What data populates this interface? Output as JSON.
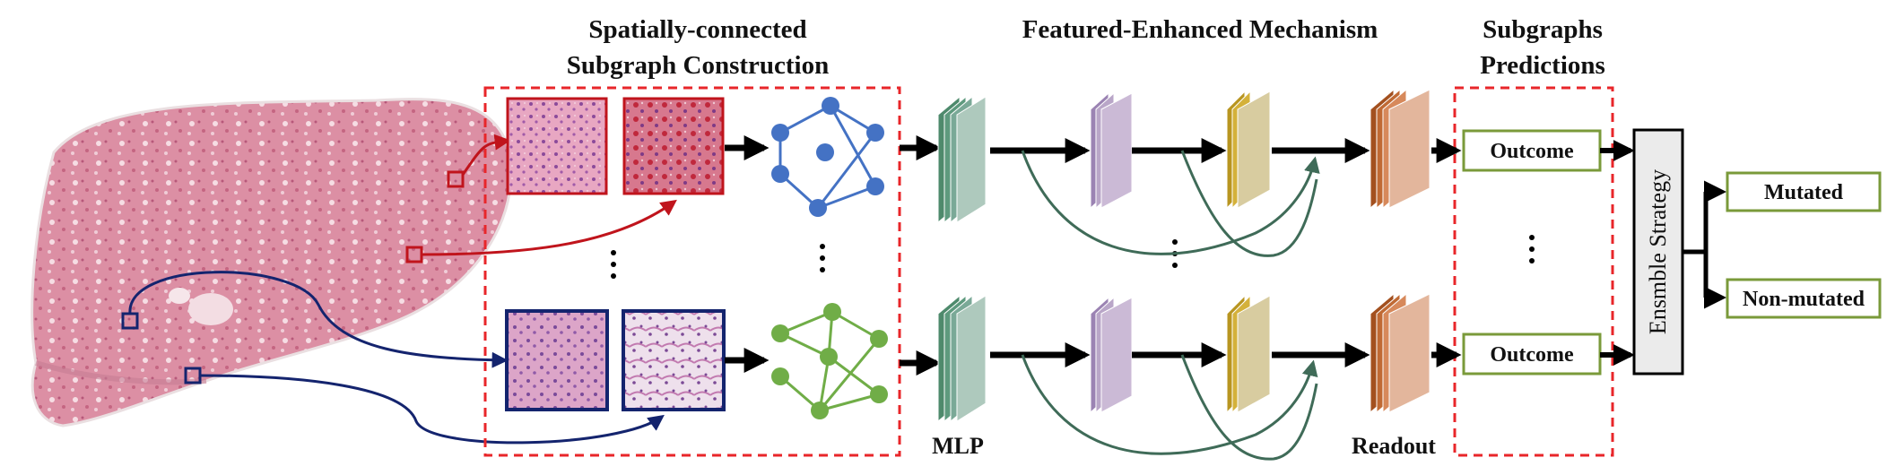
{
  "titles": {
    "subgraph_line1": "Spatially-connected",
    "subgraph_line2": "Subgraph Construction",
    "feature": "Featured-Enhanced Mechanism",
    "pred_line1": "Subgraphs",
    "pred_line2": "Predictions"
  },
  "labels": {
    "mlp": "MLP",
    "readout": "Readout",
    "outcome_top": "Outcome",
    "outcome_bottom": "Outcome",
    "ensemble": "Ensmble Strategy",
    "mutated": "Mutated",
    "non_mutated": "Non-mutated"
  },
  "colors": {
    "red_dashed": "#e8262a",
    "patch_red": "#c0141c",
    "patch_navy": "#14246e",
    "graph_blue": "#4472c4",
    "graph_green": "#70ad47",
    "mlp_teal": "#5e9a7e",
    "purple": "#b9a6c8",
    "gold": "#d4b13a",
    "copper": "#c77a4d",
    "box_green": "#7a9a3a",
    "skip_arrow": "#3f6b58"
  },
  "icons": [
    "tissue-slide-image",
    "patch-image",
    "graph-icon",
    "feature-stack-icon",
    "vertical-ellipsis-icon"
  ]
}
